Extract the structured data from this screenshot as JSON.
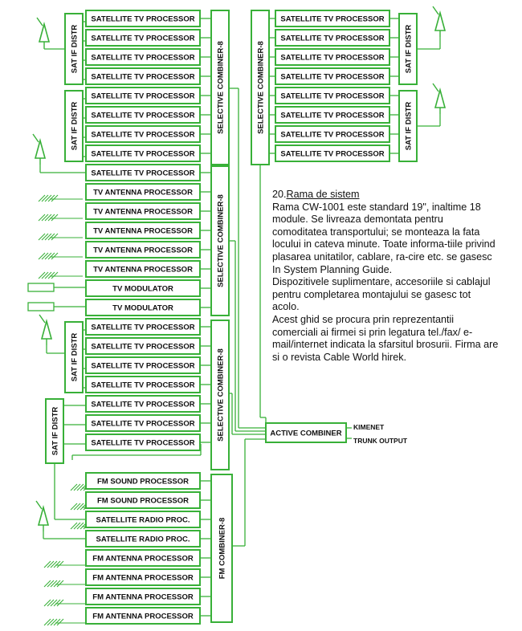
{
  "diagram": {
    "labels": {
      "sat_tv_processor": "SATELLITE TV PROCESSOR",
      "tv_antenna_processor": "TV ANTENNA PROCESSOR",
      "tv_modulator": "TV MODULATOR",
      "fm_sound_processor": "FM SOUND PROCESSOR",
      "satellite_radio_proc": "SATELLITE RADIO PROC.",
      "fm_antenna_processor": "FM ANTENNA PROCESSOR",
      "sat_if_distr": "SAT IF DISTR",
      "selective_combiner": "SELECTIVE COMBINER-8",
      "fm_combiner": "FM COMBINER-8",
      "active_combiner": "ACTIVE COMBINER",
      "output_1": "KIMENET",
      "output_2": "TRUNK OUTPUT"
    },
    "left_column_modules": [
      "SATELLITE TV PROCESSOR",
      "SATELLITE TV PROCESSOR",
      "SATELLITE TV PROCESSOR",
      "SATELLITE TV PROCESSOR",
      "SATELLITE TV PROCESSOR",
      "SATELLITE TV PROCESSOR",
      "SATELLITE TV PROCESSOR",
      "SATELLITE TV PROCESSOR",
      "SATELLITE TV PROCESSOR",
      "TV ANTENNA PROCESSOR",
      "TV ANTENNA PROCESSOR",
      "TV ANTENNA PROCESSOR",
      "TV ANTENNA PROCESSOR",
      "TV ANTENNA PROCESSOR",
      "TV MODULATOR",
      "TV MODULATOR",
      "SATELLITE TV PROCESSOR",
      "SATELLITE TV PROCESSOR",
      "SATELLITE TV PROCESSOR",
      "SATELLITE TV PROCESSOR",
      "SATELLITE TV PROCESSOR",
      "SATELLITE TV PROCESSOR",
      "SATELLITE TV PROCESSOR",
      "FM SOUND PROCESSOR",
      "FM SOUND PROCESSOR",
      "SATELLITE RADIO PROC.",
      "SATELLITE RADIO PROC.",
      "FM ANTENNA PROCESSOR",
      "FM ANTENNA PROCESSOR",
      "FM ANTENNA PROCESSOR",
      "FM ANTENNA PROCESSOR"
    ],
    "right_column_modules": [
      "SATELLITE TV PROCESSOR",
      "SATELLITE TV PROCESSOR",
      "SATELLITE TV PROCESSOR",
      "SATELLITE TV PROCESSOR",
      "SATELLITE TV PROCESSOR",
      "SATELLITE TV PROCESSOR",
      "SATELLITE TV PROCESSOR",
      "SATELLITE TV PROCESSOR"
    ],
    "colors": {
      "line": "#38b038",
      "text": "#111111",
      "background": "#ffffff"
    }
  },
  "description": {
    "number": "20.",
    "title": "Rama de sistem",
    "paragraphs": [
      "Rama CW-1001 este standard 19\", inaltime 18 module. Se livreaza demontata pentru comoditatea transportului; se monteaza la fata locului in cateva minute. Toate informa-tiile privind plasarea unitatilor, cablare, ra-cire etc. se gasesc In System Planning Guide.",
      "Dispozitivele suplimentare, accesoriile si cablajul pentru completarea montajului se gasesc tot acolo.",
      "Acest ghid se procura prin reprezentantii comerciali ai firmei si prin legatura tel./fax/ e-mail/internet indicata la sfarsitul brosurii. Firma are si o revista Cable World hirek."
    ]
  }
}
